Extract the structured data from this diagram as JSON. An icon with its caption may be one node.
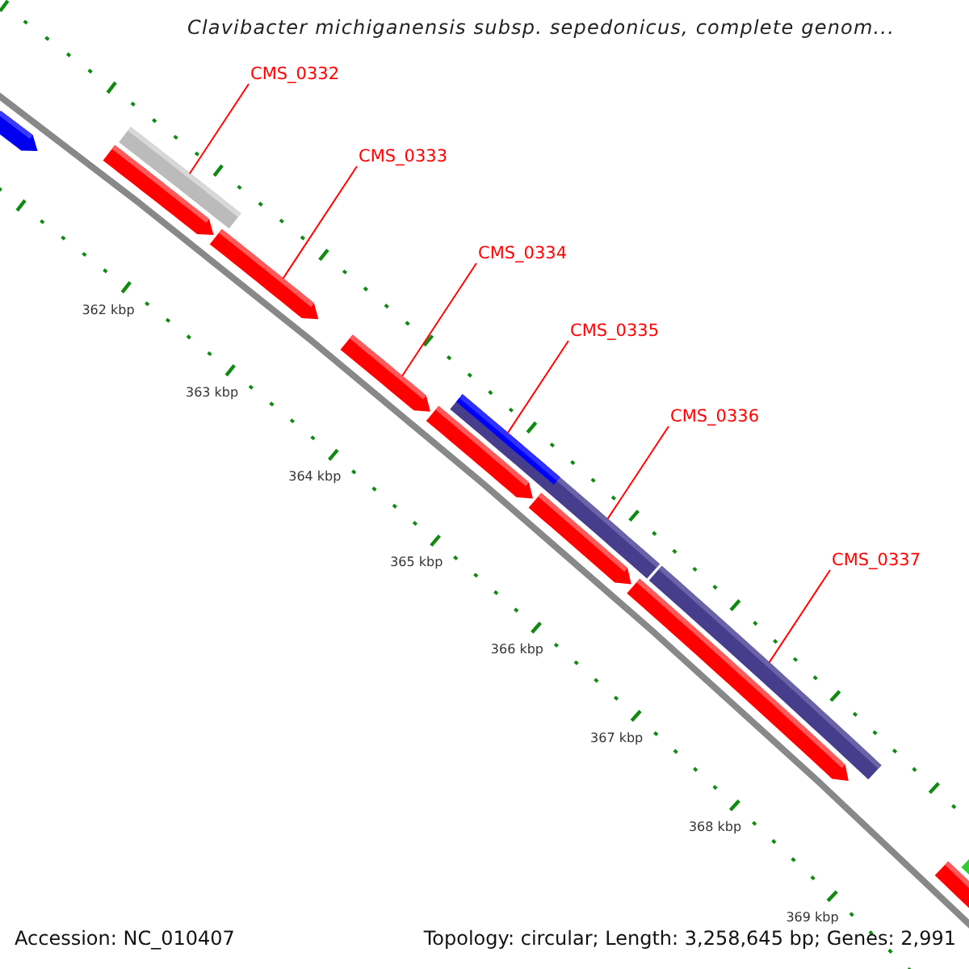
{
  "diagram": {
    "title": "Clavibacter michiganensis subsp. sepedonicus, complete genom...",
    "nodes": [
      {
        "text": [
          "CMS_0332"
        ]
      },
      {
        "text": [
          "CMS_0333"
        ]
      },
      {
        "text": [
          "CMS_0334"
        ]
      },
      {
        "text": [
          "CMS_0335"
        ]
      },
      {
        "text": [
          "CMS_0336"
        ]
      },
      {
        "text": [
          "CMS_0337"
        ]
      },
      {
        "text": [],
        "shape": "bar"
      },
      {
        "text": [],
        "shape": "bar"
      },
      {
        "text": [],
        "shape": "bar"
      },
      {
        "text": [],
        "shape": "bar"
      },
      {
        "text": [],
        "shape": "bar"
      },
      {
        "text": [],
        "shape": "bar"
      },
      {
        "text": [],
        "shape": "bar"
      },
      {
        "text": [],
        "shape": "bar",
        "in": 12
      },
      {
        "text": [],
        "shape": "bar"
      },
      {
        "text": [],
        "shape": "bar"
      },
      {
        "text": [],
        "shape": "bar"
      },
      {
        "text": [],
        "shape": "bar"
      },
      {
        "text": [],
        "shape": "bar"
      }
    ],
    "edges": [
      {
        "from": 0,
        "to": 8,
        "arrow": "none"
      },
      {
        "from": 1,
        "to": 9,
        "arrow": "none"
      },
      {
        "from": 2,
        "to": 10,
        "arrow": "none"
      },
      {
        "from": 3,
        "to": 13,
        "arrow": "none"
      },
      {
        "from": 4,
        "to": 12,
        "arrow": "none"
      },
      {
        "from": 5,
        "to": 16,
        "arrow": "none"
      }
    ],
    "labels": [
      "362 kbp",
      "363 kbp",
      "364 kbp",
      "365 kbp",
      "366 kbp",
      "367 kbp",
      "368 kbp",
      "369 kbp",
      "Accession: NC_010407",
      "Topology: circular; Length: 3,258,645 bp; Genes: 2,991"
    ]
  }
}
